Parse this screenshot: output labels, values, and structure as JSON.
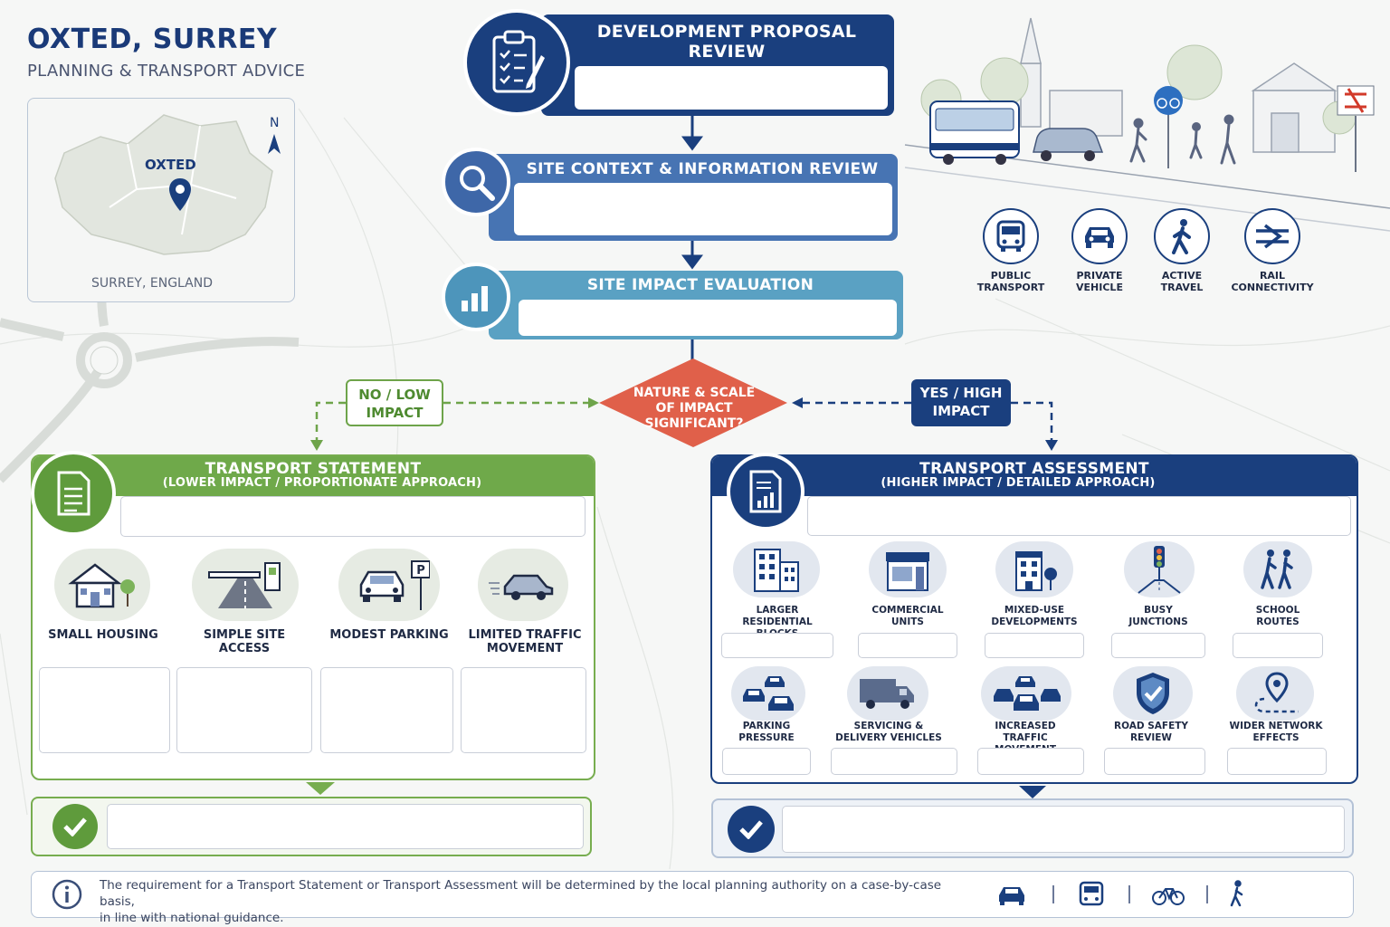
{
  "header": {
    "title": "OXTED, SURREY",
    "subtitle": "PLANNING & TRANSPORT ADVICE"
  },
  "map": {
    "place_label": "OXTED",
    "region_label": "SURREY, ENGLAND",
    "north_label": "N"
  },
  "flow": {
    "step1_title_line1": "DEVELOPMENT PROPOSAL",
    "step1_title_line2": "REVIEW",
    "step2_title": "SITE CONTEXT & INFORMATION REVIEW",
    "step3_title": "SITE IMPACT EVALUATION",
    "decision_line1": "NATURE & SCALE",
    "decision_line2": "OF IMPACT",
    "decision_line3": "SIGNIFICANT?",
    "no_line1": "NO / LOW",
    "no_line2": "IMPACT",
    "yes_line1": "YES / HIGH",
    "yes_line2": "IMPACT"
  },
  "modes": [
    {
      "line1": "PUBLIC",
      "line2": "TRANSPORT",
      "icon": "bus-icon"
    },
    {
      "line1": "PRIVATE",
      "line2": "VEHICLE",
      "icon": "car-icon"
    },
    {
      "line1": "ACTIVE",
      "line2": "TRAVEL",
      "icon": "walking-icon"
    },
    {
      "line1": "RAIL",
      "line2": "CONNECTIVITY",
      "icon": "rail-icon"
    }
  ],
  "transport_statement": {
    "title": "TRANSPORT STATEMENT",
    "subtitle": "(LOWER IMPACT / PROPORTIONATE APPROACH)",
    "items": [
      {
        "line1": "SMALL HOUSING",
        "line2": "",
        "icon": "house-icon"
      },
      {
        "line1": "SIMPLE SITE ACCESS",
        "line2": "",
        "icon": "site-gate-icon"
      },
      {
        "line1": "MODEST PARKING",
        "line2": "",
        "icon": "parking-icon"
      },
      {
        "line1": "LIMITED TRAFFIC",
        "line2": "MOVEMENT",
        "icon": "moving-car-icon"
      }
    ]
  },
  "transport_assessment": {
    "title": "TRANSPORT ASSESSMENT",
    "subtitle": "(HIGHER IMPACT / DETAILED APPROACH)",
    "row1": [
      {
        "line1": "LARGER RESIDENTIAL",
        "line2": "BLOCKS",
        "icon": "apartment-icon"
      },
      {
        "line1": "COMMERCIAL",
        "line2": "UNITS",
        "icon": "shopfront-icon"
      },
      {
        "line1": "MIXED-USE",
        "line2": "DEVELOPMENTS",
        "icon": "mixed-use-icon"
      },
      {
        "line1": "BUSY",
        "line2": "JUNCTIONS",
        "icon": "traffic-light-icon"
      },
      {
        "line1": "SCHOOL",
        "line2": "ROUTES",
        "icon": "pedestrians-icon"
      }
    ],
    "row2": [
      {
        "line1": "PARKING",
        "line2": "PRESSURE",
        "icon": "cars-icon"
      },
      {
        "line1": "SERVICING &",
        "line2": "DELIVERY VEHICLES",
        "icon": "truck-icon"
      },
      {
        "line1": "INCREASED TRAFFIC",
        "line2": "MOVEMENT",
        "icon": "traffic-icon"
      },
      {
        "line1": "ROAD SAFETY",
        "line2": "REVIEW",
        "icon": "shield-check-icon"
      },
      {
        "line1": "WIDER NETWORK",
        "line2": "EFFECTS",
        "icon": "route-pin-icon"
      }
    ]
  },
  "footer": {
    "line1": "The requirement for a Transport Statement or Transport Assessment will be determined by the local planning authority on a case-by-case basis,",
    "line2": "in line with national guidance."
  },
  "colors": {
    "navy": "#1a3f7e",
    "mid_blue": "#4774b3",
    "teal": "#5aa1c3",
    "green": "#6fa94a",
    "decision_red": "#e0604a"
  }
}
